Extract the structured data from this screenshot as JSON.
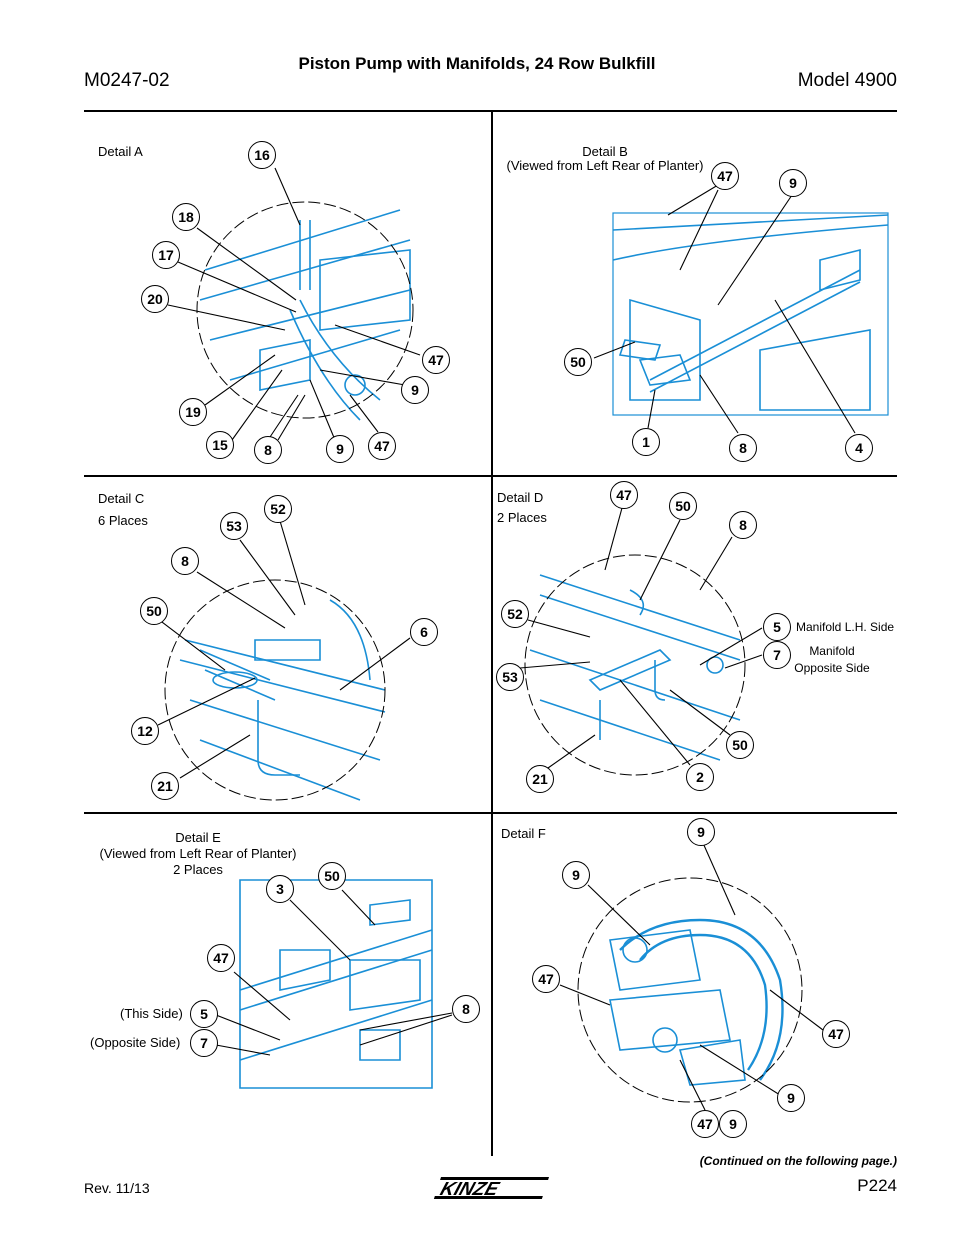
{
  "header": {
    "doc_number": "M0247-02",
    "title": "Piston Pump with Manifolds, 24 Row Bulkfill",
    "model": "Model 4900"
  },
  "details": {
    "a": {
      "title": "Detail  A",
      "callouts": [
        "16",
        "18",
        "17",
        "20",
        "47",
        "9",
        "19",
        "15",
        "8",
        "9",
        "47"
      ]
    },
    "b": {
      "title": "Detail B",
      "subtitle": "(Viewed from Left Rear of Planter)",
      "callouts": [
        "47",
        "9",
        "50",
        "1",
        "8",
        "4"
      ]
    },
    "c": {
      "title": "Detail  C",
      "subtitle": "6 Places",
      "callouts": [
        "52",
        "53",
        "8",
        "50",
        "6",
        "12",
        "21"
      ]
    },
    "d": {
      "title": "Detail  D",
      "subtitle": "2 Places",
      "callouts": [
        "47",
        "50",
        "8",
        "52",
        "53",
        "5",
        "7",
        "50",
        "21",
        "2"
      ],
      "note_5": "Manifold L.H. Side",
      "note_7_line1": "Manifold",
      "note_7_line2": "Opposite Side"
    },
    "e": {
      "title": "Detail E",
      "subtitle": "(Viewed from Left Rear of Planter)",
      "subtitle2": "2 Places",
      "callouts": [
        "3",
        "50",
        "47",
        "8",
        "5",
        "7"
      ],
      "note_5": "(This Side)",
      "note_7": "(Opposite Side)"
    },
    "f": {
      "title": "Detail  F",
      "callouts": [
        "9",
        "9",
        "47",
        "47",
        "9",
        "47",
        "9"
      ]
    }
  },
  "footer": {
    "continued": "(Continued on the following page.)",
    "revision": "Rev. 11/13",
    "brand": "KINZE",
    "page": "P224"
  },
  "colors": {
    "line_art": "#1a8fd6",
    "ink": "#000000"
  }
}
